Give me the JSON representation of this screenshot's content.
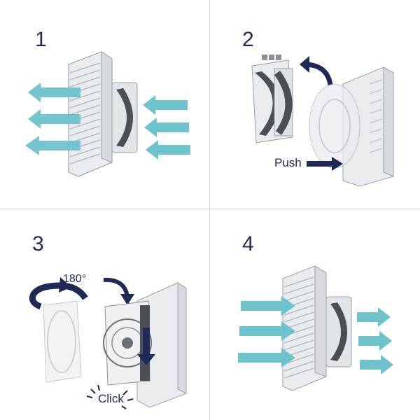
{
  "colors": {
    "arrow_flow": "#6cc3cc",
    "arrow_action": "#1e2a55",
    "housing": "#e9ecef",
    "housing_edge": "#9aa1a8",
    "fan_dark": "#4a4e55",
    "divider": "#d4d4d4"
  },
  "steps": [
    {
      "number": "1"
    },
    {
      "number": "2",
      "action_label": "Push"
    },
    {
      "number": "3",
      "rotation_label": "180°",
      "sound_label": "Click"
    },
    {
      "number": "4"
    }
  ]
}
